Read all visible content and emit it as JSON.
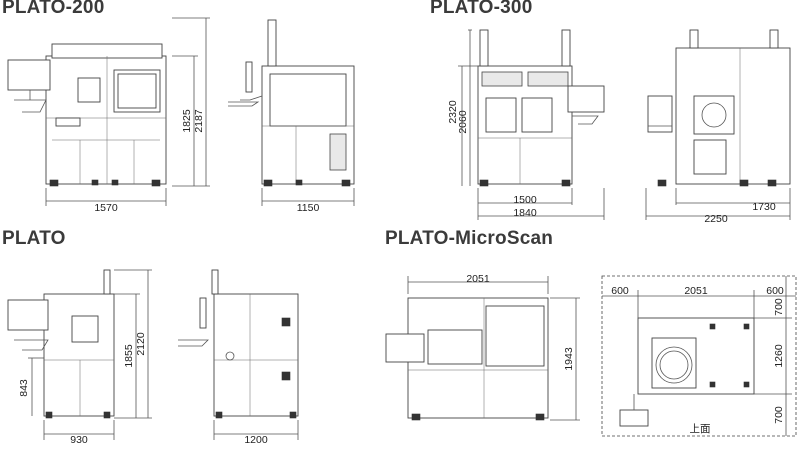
{
  "sections": {
    "plato200": {
      "title": "PLATO-200",
      "dims": {
        "front_width": "1570",
        "front_h1": "1825",
        "front_h2": "2187",
        "side_width": "1150"
      }
    },
    "plato300": {
      "title": "PLATO-300",
      "dims": {
        "front_h1": "2320",
        "front_h2": "2060",
        "front_inner_width": "1500",
        "front_width": "1840",
        "side_inner_width": "1730",
        "side_width": "2250"
      }
    },
    "plato": {
      "title": "PLATO",
      "dims": {
        "front_low": "843",
        "front_h1": "1855",
        "front_h2": "2120",
        "front_width": "930",
        "side_width": "1200"
      }
    },
    "microscan": {
      "title": "PLATO-MicroScan",
      "dims": {
        "front_width": "2051",
        "front_height": "1943"
      },
      "top_view": {
        "left": "600",
        "center": "2051",
        "right": "600",
        "depth_top": "700",
        "depth_mid": "1260",
        "depth_bottom": "700",
        "label": "上面"
      }
    }
  }
}
